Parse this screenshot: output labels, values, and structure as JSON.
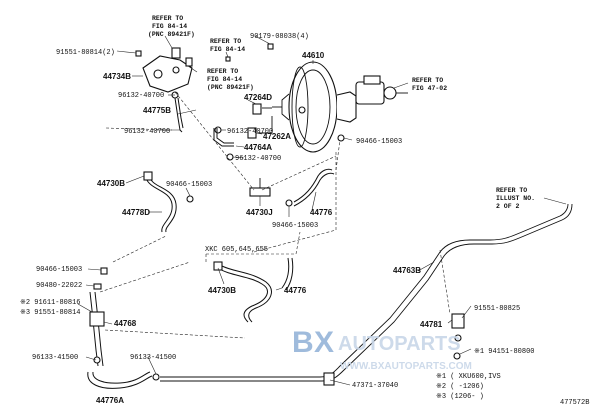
{
  "labels": {
    "refer_fig_84_14_a": [
      "REFER TO",
      "FIG 84-14",
      "(PNC 89421F)"
    ],
    "refer_fig_84_14_b": [
      "REFER TO",
      "FIG 84-14"
    ],
    "refer_fig_84_14_c": [
      "REFER TO",
      "FIG 84-14",
      "(PNC 89421F)"
    ],
    "refer_fig_47_02": [
      "REFER TO",
      "FIG 47-02"
    ],
    "refer_illust": [
      "REFER TO",
      "ILLUST NO.",
      "2 OF 2"
    ],
    "p91551_80814": "91551-80814(2)",
    "p90179_08038": "90179-08038(4)",
    "p44610": "44610",
    "p44734b": "44734B",
    "p96132_40700_a": "96132-40700",
    "p47264d": "47264D",
    "p44775b": "44775B",
    "p96132_40700_b": "96132-40700",
    "p96132_40700_c": "96132-40700",
    "p47262a": "47262A",
    "p44764a": "44764A",
    "p96132_40700_d": "96132-40700",
    "p90466_15003_a": "90466-15003",
    "p44730b_a": "44730B",
    "p90466_15003_b": "90466-15003",
    "p44778d": "44778D",
    "p44730j": "44730J",
    "p44776_a": "44776",
    "p90466_15003_c": "90466-15003",
    "xkc": "XKC 605,645,655",
    "p90466_15003_d": "90466-15003",
    "p90480_22022": "90480-22022",
    "p91611_80816": "※2 91611-80816",
    "p91551_80814_b": "※3 91551-80814",
    "p44768": "44768",
    "p44730b_b": "44730B",
    "p44776_b": "44776",
    "p44763b": "44763B",
    "p91551_80825": "91551-80825",
    "p44781": "44781",
    "p94151_80800": "※1 94151-80800",
    "p96133_41500_a": "96133-41500",
    "p96133_41500_b": "96133-41500",
    "p47371_37040": "47371-37040",
    "p44776a": "44776A",
    "note1": "※1 ( XKU600,IVS",
    "note2": "※2 (     -1206)",
    "note3": "※3 (1206-     )",
    "fig_number": "477572B"
  },
  "watermark": {
    "logo_a": "B",
    "logo_x": "X",
    "logo_rest": "AUTOPARTS",
    "url": "WWW.BXAUTOPARTS.COM"
  }
}
